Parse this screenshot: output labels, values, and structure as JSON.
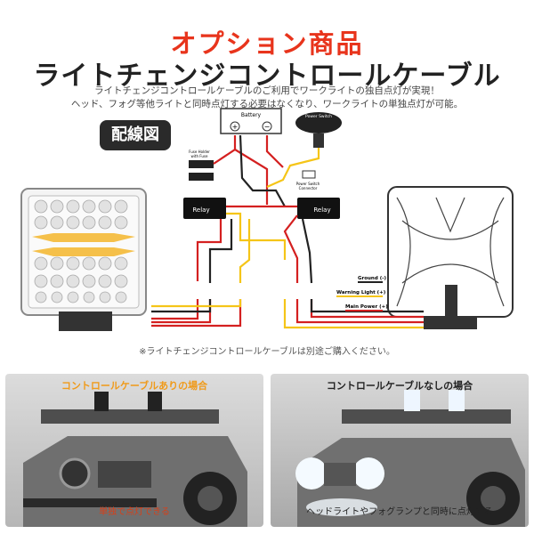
{
  "header": {
    "title1": "オプション商品",
    "title2": "ライトチェンジコントロールケーブル",
    "desc1": "ライトチェンジコントロールケーブルのご利用でワークライトの独自点灯が実現！",
    "desc2": "ヘッド、フォグ等他ライトと同時点灯する必要はなくなり、ワークライトの単独点灯が可能。"
  },
  "badge": "配線図",
  "diagram": {
    "battery_label": "Battery",
    "battery_plus": "+",
    "battery_minus": "−",
    "power_switch_label": "Power Switch",
    "fuse_label": "Fuse Holder",
    "fuse_label2": "with Fuse",
    "power_switch_connector_label": "Power Switch",
    "power_switch_connector_label2": "Connector",
    "relay_left": "Relay",
    "relay_right": "Relay",
    "legend": [
      {
        "label": "Ground (-)",
        "color": "#222222"
      },
      {
        "label": "Warning Light (+)",
        "color": "#f5c518"
      },
      {
        "label": "Main Power (+)",
        "color": "#d42020"
      }
    ]
  },
  "note": "※ライトチェンジコントロールケーブルは別途ご購入ください。",
  "photos": {
    "left_title": "コントロールケーブルありの場合",
    "left_caption": "単独で点灯できる",
    "right_title": "コントロールケーブルなしの場合",
    "right_caption": "ヘッドライトやフォグランプと同時に点灯する"
  }
}
